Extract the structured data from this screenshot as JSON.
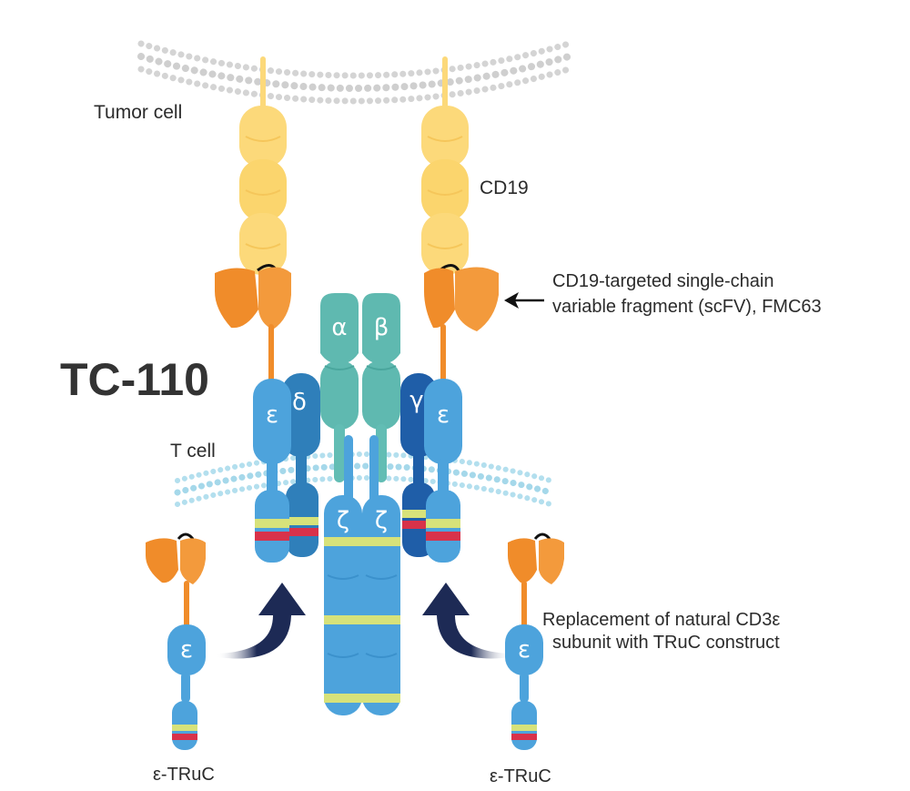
{
  "title": "TC-110",
  "labels": {
    "tumor_cell": "Tumor cell",
    "cd19": "CD19",
    "scfv_line1": "CD19-targeted single-chain",
    "scfv_line2": "variable fragment (scFV), FMC63",
    "t_cell": "T cell",
    "replacement_line1": "Replacement of natural CD3ε",
    "replacement_line2": "subunit with TRuC construct",
    "truc_left": "ε-TRuC",
    "truc_right": "ε-TRuC"
  },
  "subunits": {
    "alpha": "α",
    "beta": "β",
    "gamma": "γ",
    "delta": "δ",
    "epsilon_left": "ε",
    "epsilon_right": "ε",
    "zeta_left": "ζ",
    "zeta_right": "ζ",
    "epsilon_truc_left": "ε",
    "epsilon_truc_right": "ε"
  },
  "colors": {
    "cd19": "#fcd97a",
    "scfv": "#f08c2a",
    "tcr": "#5fb9b0",
    "cd3_light": "#4da3dc",
    "cd3_medium": "#2f7fba",
    "cd3_dark": "#1f5ea8",
    "itam_green": "#d7e27a",
    "itam_red": "#d8324a",
    "membrane_tumor": "#d2d2d2",
    "membrane_t": "#a7d8e8",
    "arrow": "#1d2a55"
  }
}
